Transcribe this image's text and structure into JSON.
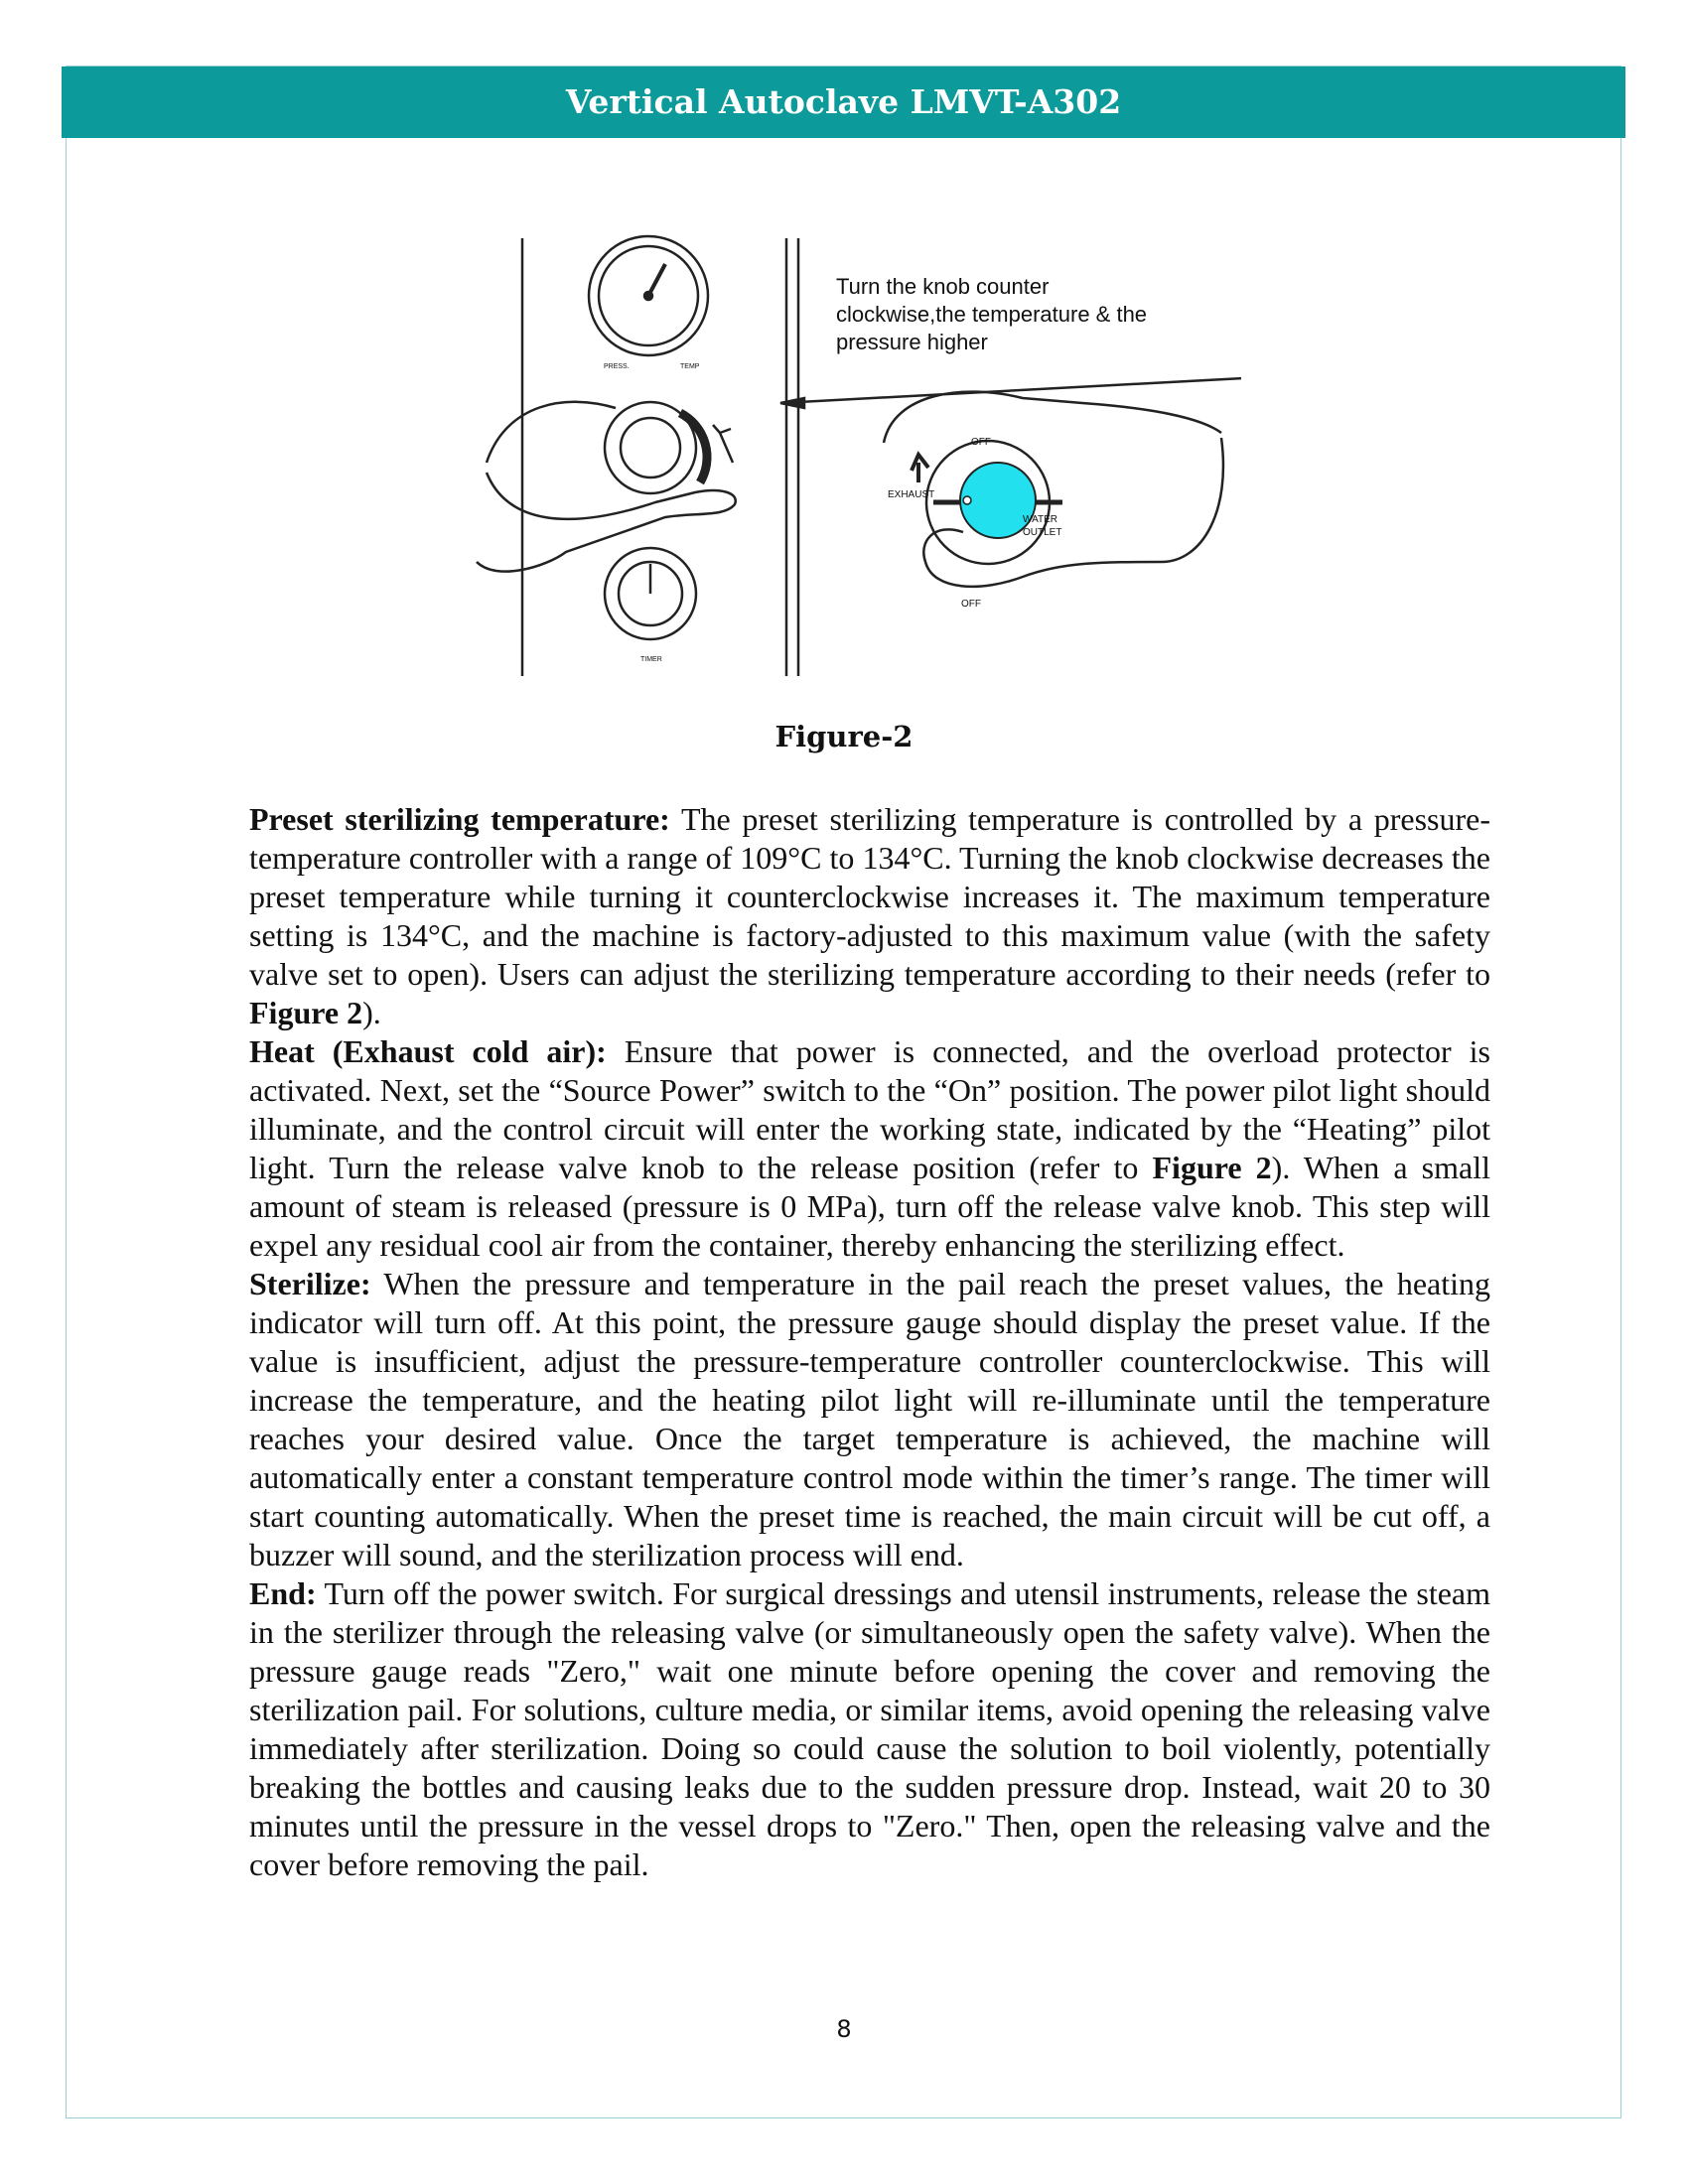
{
  "header": {
    "title": "Vertical Autoclave LMVT-A302"
  },
  "figure": {
    "callout": [
      "Turn the knob counter",
      "clockwise,the temperature & the",
      "pressure higher"
    ],
    "gauge_labels": {
      "left": "PRESS.",
      "right": "TEMP"
    },
    "timer_label": "TIMER",
    "valve_labels": {
      "off_top": "OFF",
      "exhaust": "EXHAUST",
      "water": "WATER",
      "outlet": "OUTLET",
      "off_bottom": "OFF"
    },
    "colors": {
      "valve_knob": "#22e0ee",
      "line": "#222222"
    }
  },
  "caption": "Figure-2",
  "sections": [
    {
      "heading": "Preset sterilizing temperature:",
      "text_before": " The preset sterilizing temperature is controlled by a pressure-temperature controller with a range of 109°C to 134°C. Turning the knob clockwise decreases the preset temperature while turning it counterclockwise increases it. The maximum temperature setting is 134°C, and the machine is factory-adjusted to this maximum value (with the safety valve set to open). Users can adjust the sterilizing temperature according to their needs (refer to ",
      "ref": "Figure 2",
      "text_after": ")."
    },
    {
      "heading": "Heat (Exhaust cold air):",
      "text_before": " Ensure that power is connected, and the overload protector is activated. Next, set the “Source Power” switch to the “On” position. The power pilot light should illuminate, and the control circuit will enter the working state, indicated by the “Heating” pilot light. Turn the release valve knob to the release position (refer to ",
      "ref": "Figure 2",
      "text_after": "). When a small amount of steam is released (pressure is 0 MPa), turn off the release valve knob. This step will expel any residual cool air from the container, thereby enhancing the sterilizing effect."
    },
    {
      "heading": "Sterilize:",
      "text_before": " When the pressure and temperature in the pail reach the preset values, the heating indicator will turn off. At this point, the pressure gauge should display the preset value. If the value is insufficient, adjust the pressure-temperature controller counterclockwise. This will increase the temperature, and the heating pilot light will re-illuminate until the temperature reaches your desired value. Once the target temperature is achieved, the machine will automatically enter a constant temperature control mode within the timer’s range. The timer will start counting automatically. When the preset time is reached, the main circuit will be cut off, a buzzer will sound, and the sterilization process will end.",
      "ref": "",
      "text_after": ""
    },
    {
      "heading": "End:",
      "text_before": " Turn off the power switch. For surgical dressings and utensil instruments, release the steam in the sterilizer through the releasing valve (or simultaneously open the safety valve). When the pressure gauge reads \"Zero,\" wait one minute before opening the cover and removing the sterilization pail. For solutions, culture media, or similar items, avoid opening the releasing valve immediately after sterilization. Doing so could cause the solution to boil violently, potentially breaking the bottles and causing leaks due to the sudden pressure drop. Instead, wait 20 to 30 minutes until the pressure in the vessel drops to \"Zero.\" Then, open the releasing valve and the cover before removing the pail.",
      "ref": "",
      "text_after": ""
    }
  ],
  "page_number": "8"
}
